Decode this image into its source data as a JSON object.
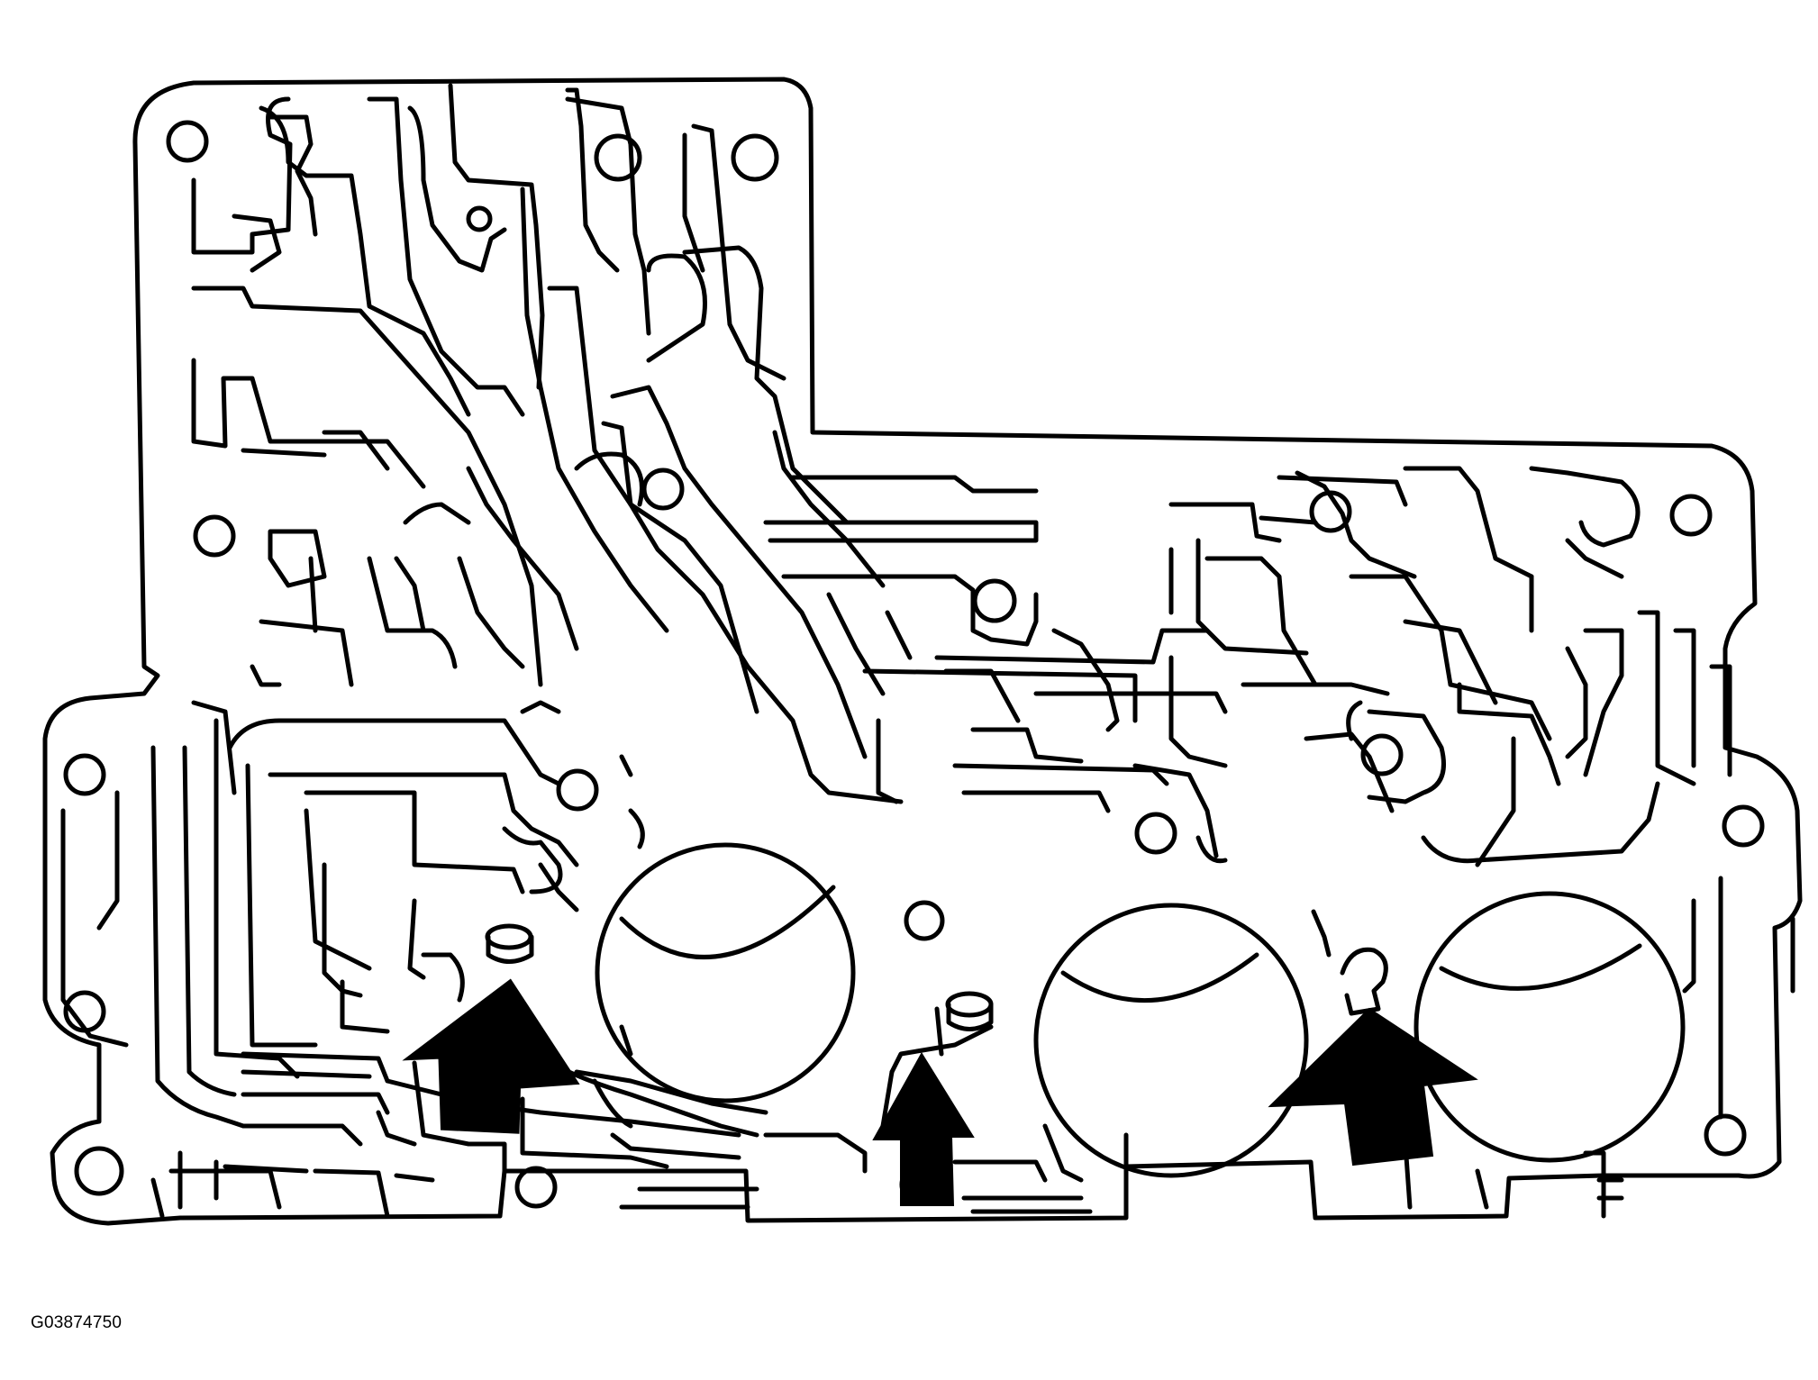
{
  "figure": {
    "id_label": "G03874750"
  },
  "colors": {
    "stroke": "#000000",
    "background": "#ffffff"
  },
  "arrows": {
    "count": 3,
    "direction": "up"
  }
}
